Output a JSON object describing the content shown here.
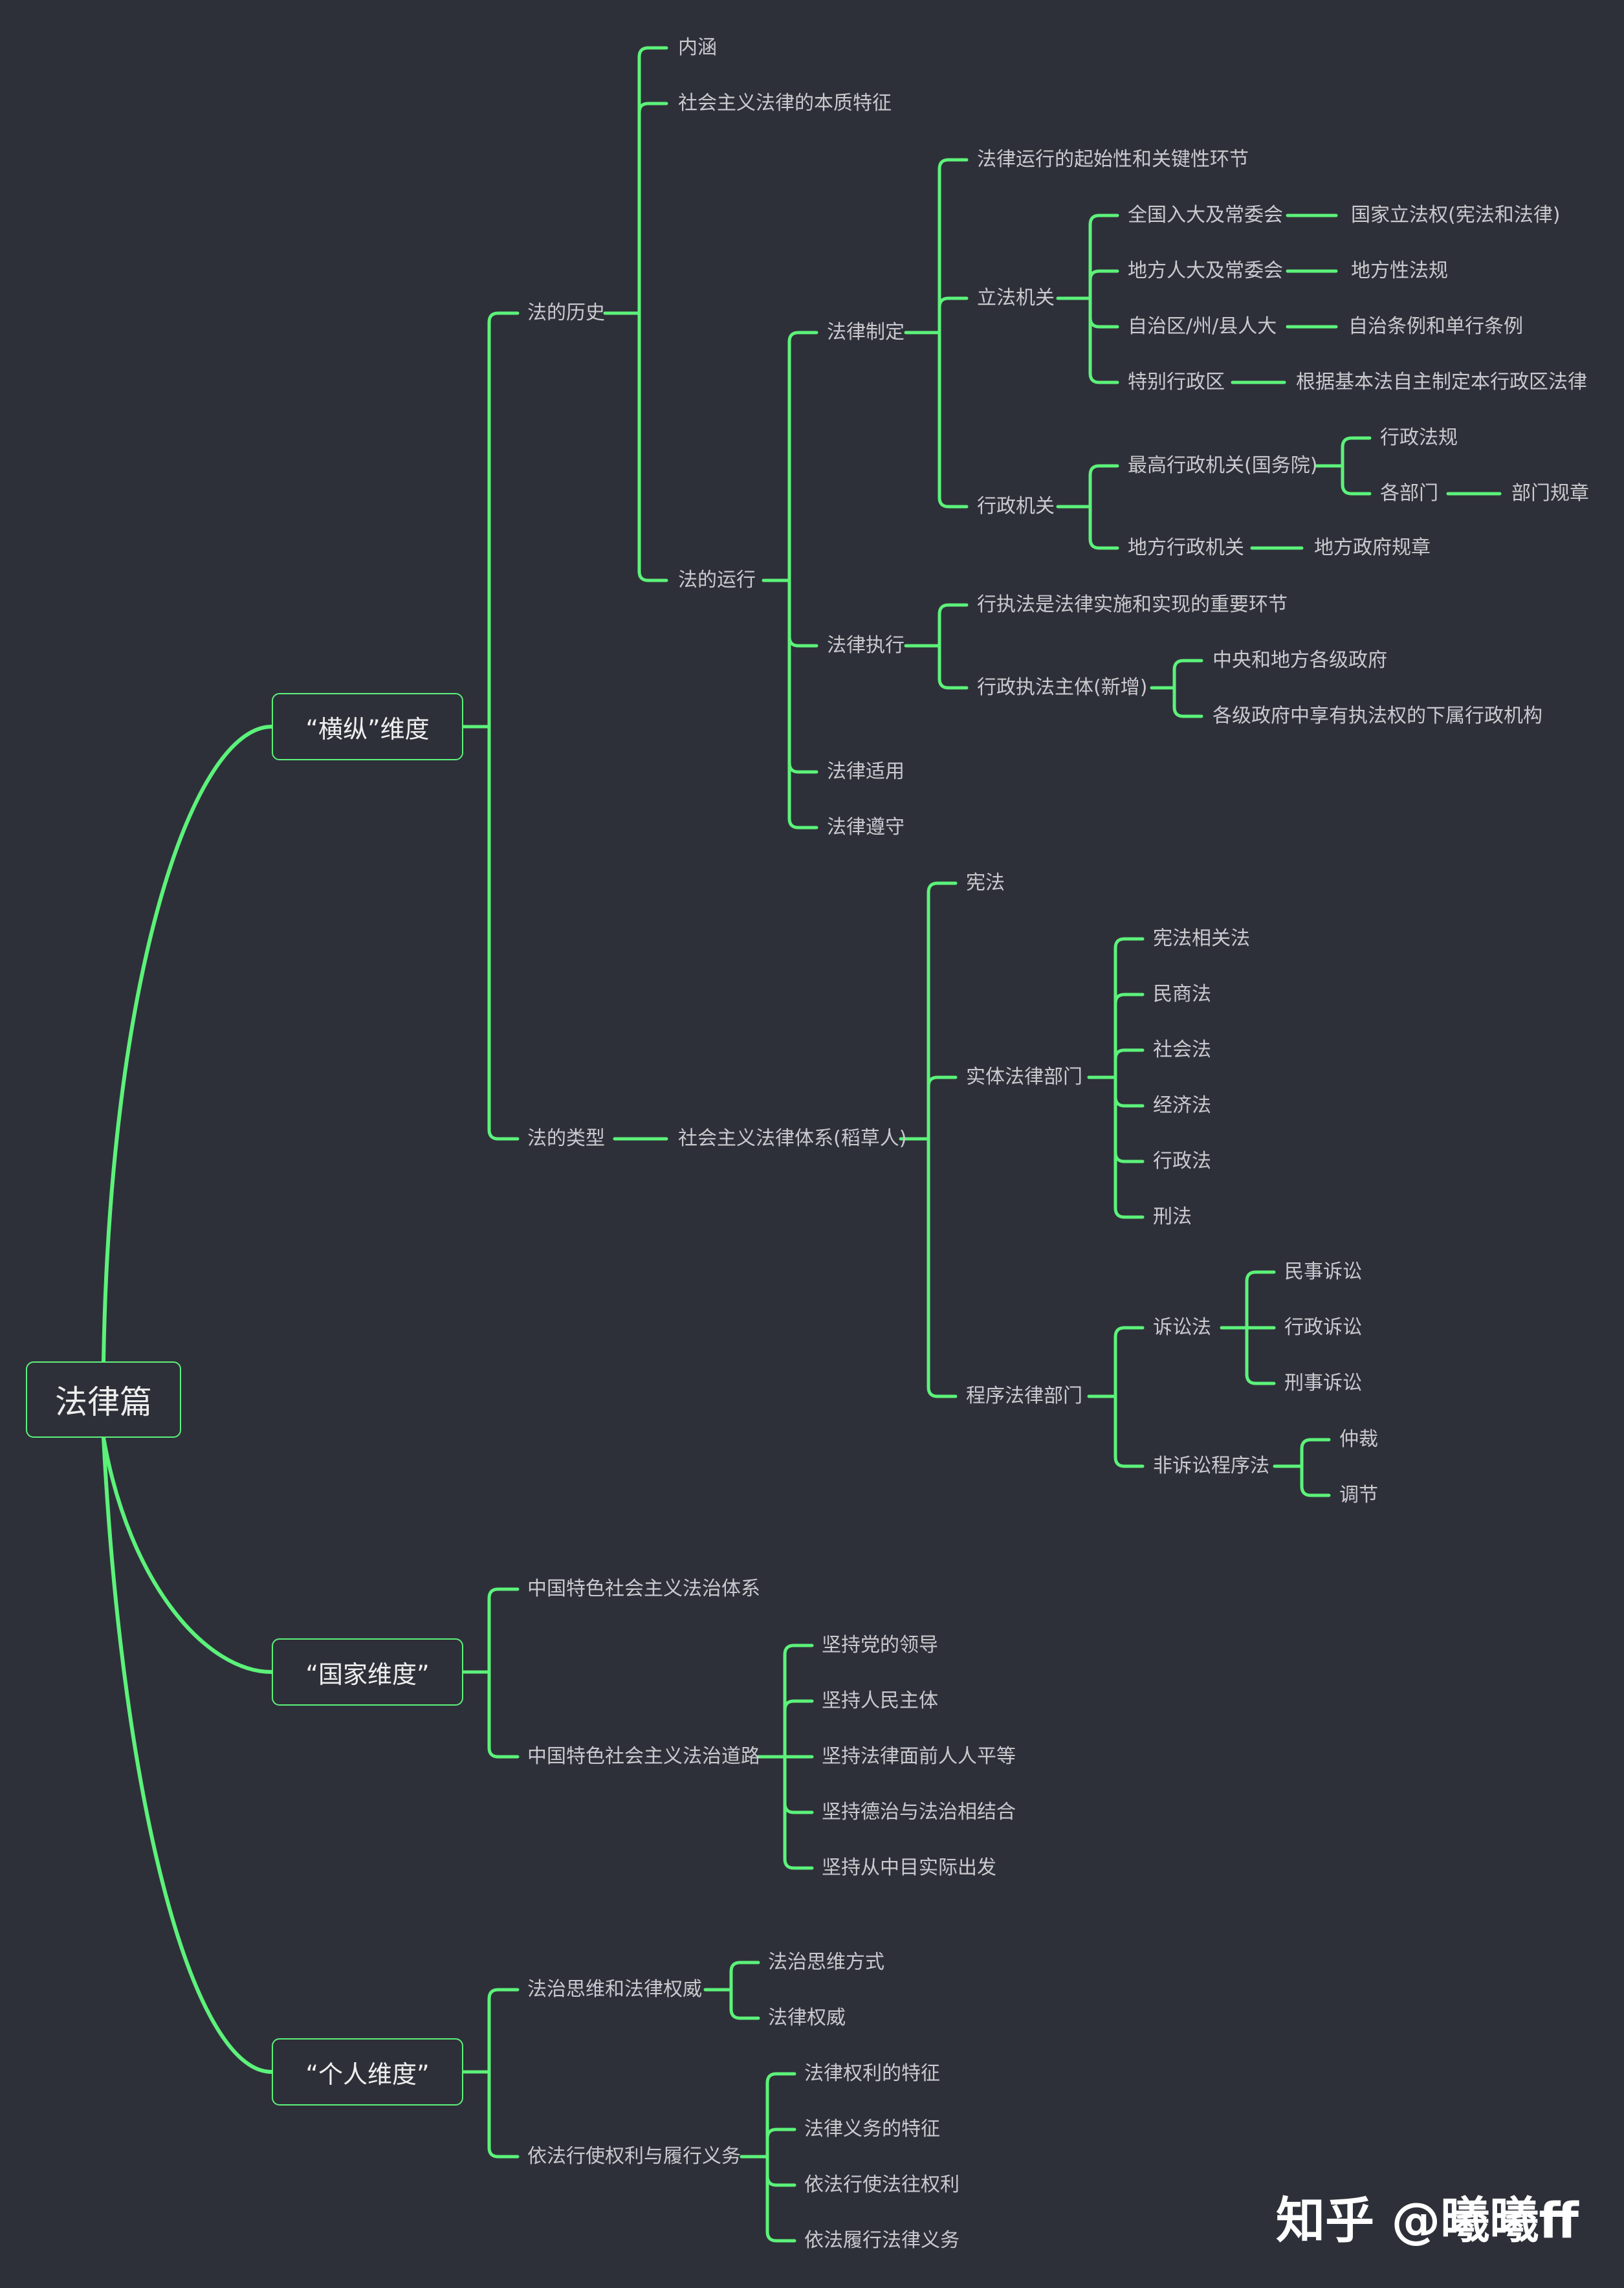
{
  "colors": {
    "background": "#2e3039",
    "line": "#5cf27a",
    "text": "#c9c9ce",
    "box_text": "#eeeeee"
  },
  "watermark": "知乎 @曦曦ff",
  "root": {
    "label": "法律篇"
  },
  "branch1": {
    "label": "“横纵”维度",
    "history": {
      "label": "法的历史",
      "neihan": "内涵",
      "benzhi": "社会主义法律的本质特征",
      "yunxing": {
        "label": "法的运行",
        "zhiding": {
          "label": "法律制定",
          "qishi": "法律运行的起始性和关键性环节",
          "lifa": {
            "label": "立法机关",
            "quanguo": "全国入大及常委会",
            "quanguo_leaf": "国家立法权(宪法和法律)",
            "difang": "地方人大及常委会",
            "difang_leaf": "地方性法规",
            "zizhi": "自治区/州/县人大",
            "zizhi_leaf": "自治条例和单行条例",
            "tebie": "特别行政区",
            "tebie_leaf": "根据基本法自主制定本行政区法律"
          },
          "xingzheng": {
            "label": "行政机关",
            "zuigao": "最高行政机关(国务院)",
            "fagui": "行政法规",
            "bumen": "各部门",
            "guizhang": "部门规章",
            "difang": "地方行政机关",
            "difang_leaf": "地方政府规章"
          }
        },
        "zhixing": {
          "label": "法律执行",
          "zhongyao": "行执法是法律实施和实现的重要环节",
          "zhuti": "行政执法主体(新增)",
          "zhongyang": "中央和地方各级政府",
          "geji": "各级政府中享有执法权的下属行政机构"
        },
        "shiyong": "法律适用",
        "zunshou": "法律遵守"
      }
    },
    "types": {
      "label": "法的类型",
      "tixi": "社会主义法律体系(稻草人)",
      "xianfa": "宪法",
      "shiti": {
        "label": "实体法律部门",
        "items": [
          "宪法相关法",
          "民商法",
          "社会法",
          "经济法",
          "行政法",
          "刑法"
        ]
      },
      "chengxu": {
        "label": "程序法律部门",
        "susong": "诉讼法",
        "susong_items": [
          "民事诉讼",
          "行政诉讼",
          "刑事诉讼"
        ],
        "feisusong": "非诉讼程序法",
        "feisusong_items": [
          "仲裁",
          "调节"
        ]
      }
    }
  },
  "branch2": {
    "label": "“国家维度”",
    "tixi": "中国特色社会主义法治体系",
    "daolu": "中国特色社会主义法治道路",
    "daolu_items": [
      "坚持党的领导",
      "坚持人民主体",
      "坚持法律面前人人平等",
      "坚持德治与法治相结合",
      "坚持从中目实际出发"
    ]
  },
  "branch3": {
    "label": "“个人维度”",
    "siwei": "法治思维和法律权威",
    "siwei_items": [
      "法治思维方式",
      "法律权威"
    ],
    "quanli": "依法行使权利与履行义务",
    "quanli_items": [
      "法律权利的特征",
      "法律义务的特征",
      "依法行使法往权利",
      "依法履行法律义务"
    ]
  }
}
